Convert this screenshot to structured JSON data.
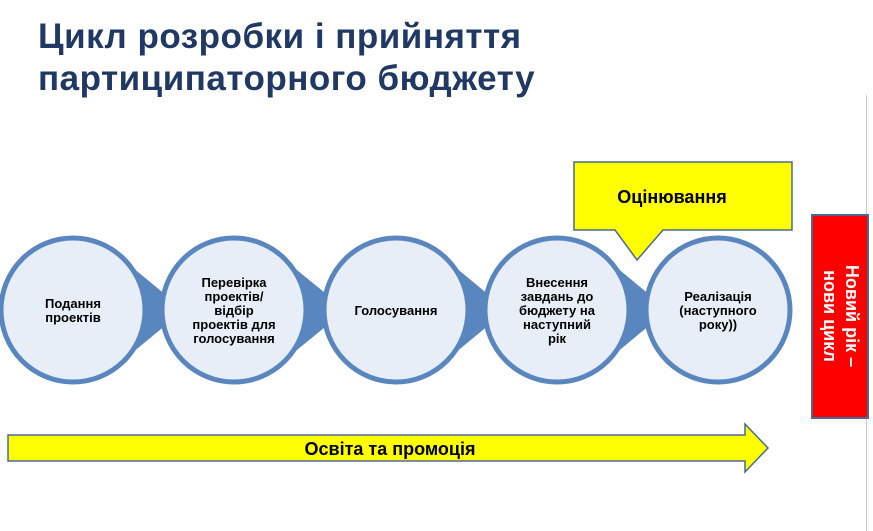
{
  "title": {
    "line1": "Цикл розробки і прийняття",
    "line2": "партиципаторного бюджету"
  },
  "steps": [
    {
      "lines": [
        "Подання",
        "проектів"
      ]
    },
    {
      "lines": [
        "Перевірка",
        "проектів/",
        "відбір",
        "проектів для",
        "голосування"
      ]
    },
    {
      "lines": [
        "Голосування"
      ]
    },
    {
      "lines": [
        "Внесення",
        "завдань до",
        "бюджету на",
        "наступний",
        "рік"
      ]
    },
    {
      "lines": [
        "Реалізація",
        "(наступного",
        "року))"
      ]
    }
  ],
  "callout": {
    "label": "Оцінювання"
  },
  "new_cycle": {
    "line1": "Новий рік –",
    "line2": "нови цикл"
  },
  "bottom_arrow": {
    "label": "Освіта та промоція"
  },
  "colors": {
    "title": "#1f3864",
    "circle_stroke": "#5a86c0",
    "circle_fill": "#e8eef7",
    "yellow": "#ffff00",
    "red": "#ff0000"
  }
}
